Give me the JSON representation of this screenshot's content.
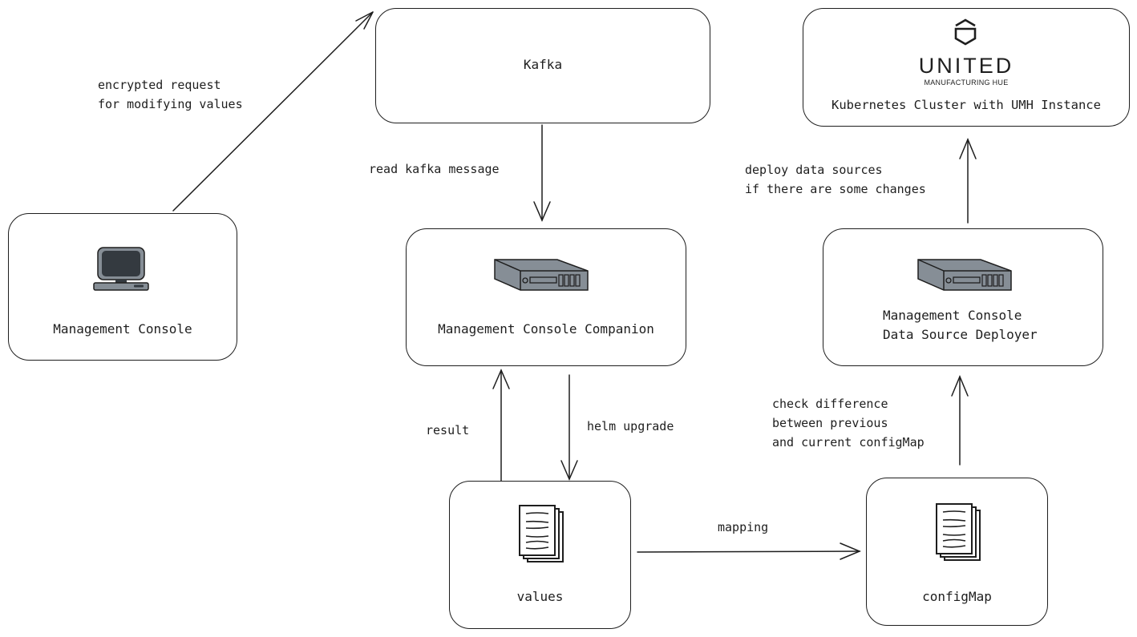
{
  "nodes": {
    "management_console": {
      "label": "Management Console",
      "icon": "computer-icon"
    },
    "kafka": {
      "label": "Kafka"
    },
    "companion": {
      "label": "Management Console Companion",
      "icon": "server-icon"
    },
    "values": {
      "label": "values",
      "icon": "documents-icon"
    },
    "config_map": {
      "label": "configMap",
      "icon": "documents-icon"
    },
    "deployer": {
      "label": "Management Console\nData Source Deployer",
      "icon": "server-icon"
    },
    "cluster": {
      "label": "Kubernetes Cluster with UMH Instance",
      "logo_title": "UNITED",
      "logo_subtitle": "MANUFACTURING HUE",
      "icon": "hexagon-logo-icon"
    }
  },
  "edges": {
    "console_to_kafka": {
      "label": "encrypted request\nfor modifying values"
    },
    "kafka_to_companion": {
      "label": "read kafka message"
    },
    "values_to_companion": {
      "label": "result"
    },
    "companion_to_values": {
      "label": "helm upgrade"
    },
    "values_to_configmap": {
      "label": "mapping"
    },
    "configmap_to_deployer": {
      "label": "check difference\nbetween previous\nand current configMap"
    },
    "deployer_to_cluster": {
      "label": "deploy data sources\nif there are some changes"
    }
  },
  "colors": {
    "stroke": "#1e1e1e",
    "icon_fill": "#868e96",
    "screen": "#343a40"
  }
}
